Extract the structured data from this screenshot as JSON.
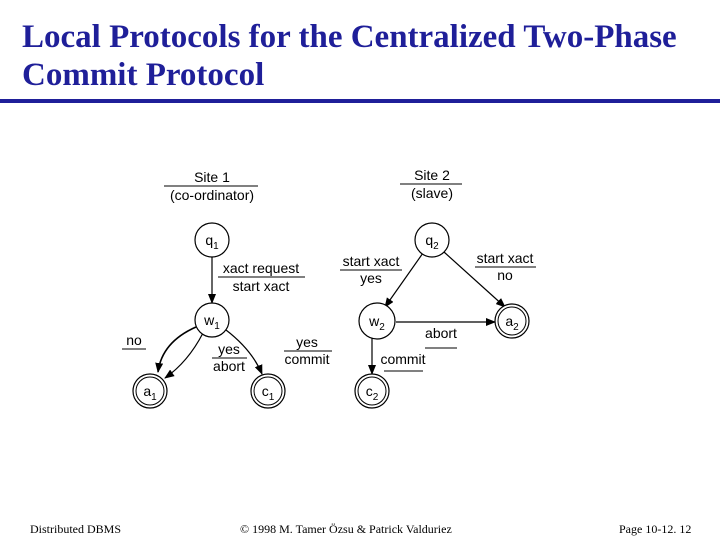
{
  "slide": {
    "title": "Local Protocols for the Centralized Two-Phase Commit Protocol",
    "accent_color": "#1f1f99"
  },
  "sites": {
    "site1": {
      "name": "Site 1",
      "role": "(co-ordinator)"
    },
    "site2": {
      "name": "Site 2",
      "role": "(slave)"
    }
  },
  "states": {
    "q1": {
      "base": "q",
      "sub": "1"
    },
    "w1": {
      "base": "w",
      "sub": "1"
    },
    "a1": {
      "base": "a",
      "sub": "1"
    },
    "c1": {
      "base": "c",
      "sub": "1"
    },
    "q2": {
      "base": "q",
      "sub": "2"
    },
    "w2": {
      "base": "w",
      "sub": "2"
    },
    "a2": {
      "base": "a",
      "sub": "2"
    },
    "c2": {
      "base": "c",
      "sub": "2"
    }
  },
  "transitions": {
    "q1_w1": {
      "input": "xact request",
      "output": "start xact"
    },
    "w1_a1": {
      "input": "no",
      "output": ""
    },
    "w1_c1": {
      "input": "yes",
      "output": "commit"
    },
    "w1_a1_abort": {
      "input": "yes",
      "output": "abort"
    },
    "q2_w2": {
      "input": "start xact",
      "output": "yes"
    },
    "q2_a2": {
      "input": "start xact",
      "output": "no"
    },
    "w2_a2": {
      "input": "abort",
      "output": ""
    },
    "w2_c2": {
      "input": "commit",
      "output": ""
    }
  },
  "footer": {
    "left": "Distributed DBMS",
    "center": "© 1998 M. Tamer Özsu & Patrick Valduriez",
    "right": "Page 10-12. 12"
  }
}
